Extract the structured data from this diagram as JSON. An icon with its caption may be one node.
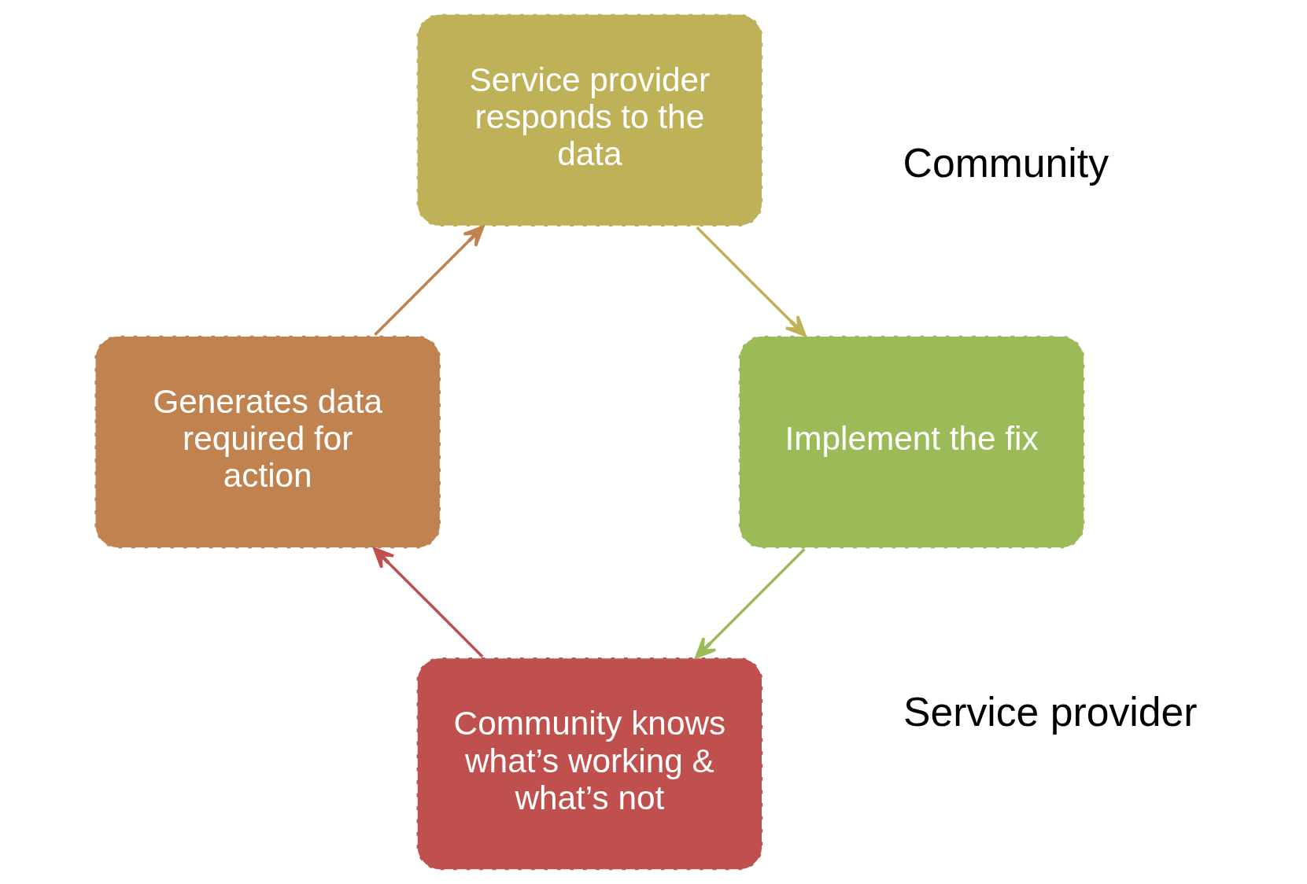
{
  "diagram": {
    "nodes": [
      {
        "text": [
          "Community knows what’s working & what’s not"
        ]
      },
      {
        "text": [
          "Generates data required for action"
        ]
      },
      {
        "text": [
          "Service provider responds to the data"
        ]
      },
      {
        "text": [
          "Implement the fix"
        ]
      }
    ],
    "edges": [
      {
        "from": 0,
        "to": 1,
        "arrow": "to",
        "color": "#c0504d"
      },
      {
        "from": 1,
        "to": 2,
        "arrow": "to",
        "color": "#c0834f"
      },
      {
        "from": 2,
        "to": 3,
        "arrow": "to",
        "color": "#bfb157"
      },
      {
        "from": 3,
        "to": 0,
        "arrow": "to",
        "color": "#9bbb59"
      }
    ],
    "labels": [
      "Community",
      "Service provider"
    ]
  }
}
